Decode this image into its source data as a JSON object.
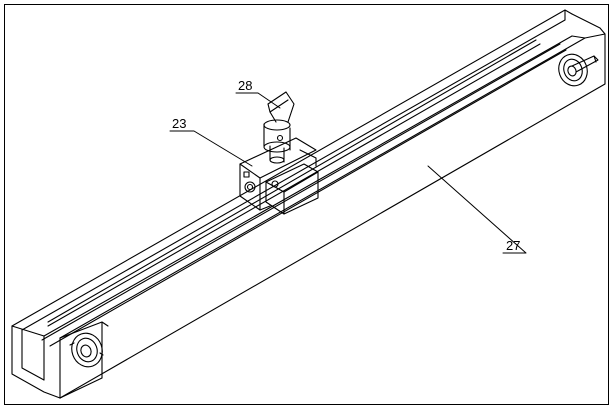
{
  "diagram": {
    "labels": [
      {
        "id": "label-23",
        "text": "23"
      },
      {
        "id": "label-28",
        "text": "28"
      },
      {
        "id": "label-27",
        "text": "27"
      }
    ]
  },
  "colors": {
    "line": "#000000",
    "background": "#ffffff"
  }
}
